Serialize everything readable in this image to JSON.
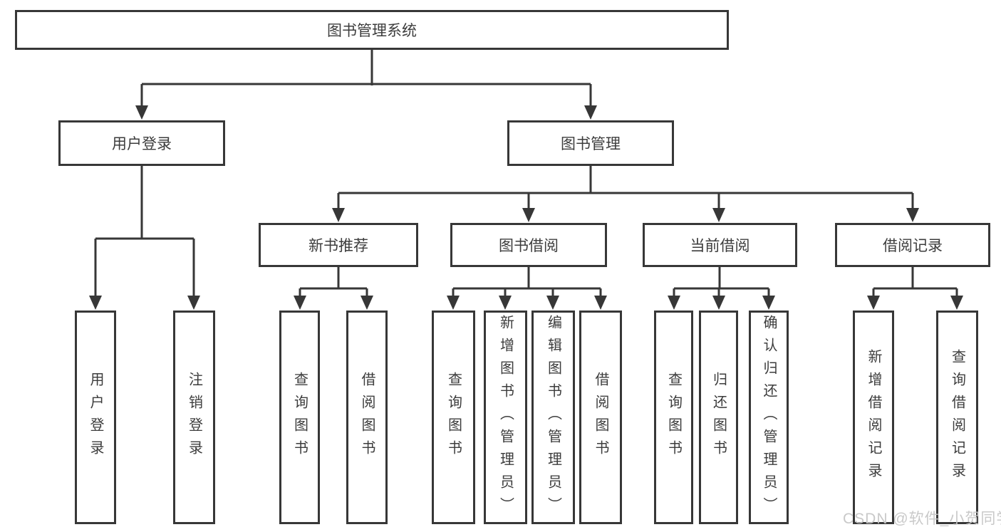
{
  "diagram_title": "图书管理系统",
  "tree": {
    "label": "图书管理系统",
    "children": [
      {
        "label": "用户登录",
        "children": [
          {
            "label": "用户登录"
          },
          {
            "label": "注销登录"
          }
        ]
      },
      {
        "label": "图书管理",
        "children": [
          {
            "label": "新书推荐",
            "children": [
              {
                "label": "查询图书"
              },
              {
                "label": "借阅图书"
              }
            ]
          },
          {
            "label": "图书借阅",
            "children": [
              {
                "label": "查询图书"
              },
              {
                "label": "新增图书（管理员）"
              },
              {
                "label": "编辑图书（管理员）"
              },
              {
                "label": "借阅图书"
              }
            ]
          },
          {
            "label": "当前借阅",
            "children": [
              {
                "label": "查询图书"
              },
              {
                "label": "归还图书"
              },
              {
                "label": "确认归还（管理员）"
              }
            ]
          },
          {
            "label": "借阅记录",
            "children": [
              {
                "label": "新增借阅记录"
              },
              {
                "label": "查询借阅记录"
              }
            ]
          }
        ]
      }
    ]
  },
  "watermark": {
    "text": "CSDN @软件_小贺同学"
  },
  "colors": {
    "line": "#373737",
    "box_border": "#373737",
    "text": "#3c3c3c",
    "box_background": "#ffffff",
    "page_background": "#ffffff",
    "watermark": "#c6c6c6"
  }
}
